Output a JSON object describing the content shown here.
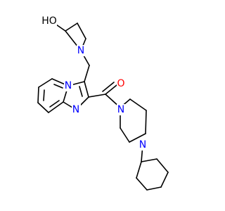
{
  "molecule": {
    "atoms": {
      "hydroxyl_h": "HO",
      "azetidine_n": "N",
      "bridgehead_n": "N",
      "imidazole_n": "N",
      "carbonyl_o": "O",
      "piperazine_n1": "N",
      "piperazine_n4": "N"
    }
  },
  "colors": {
    "bond": "#000000",
    "nitrogen": "#0000ff",
    "oxygen": "#ff0000",
    "hydroxyl_h": "#000000"
  }
}
